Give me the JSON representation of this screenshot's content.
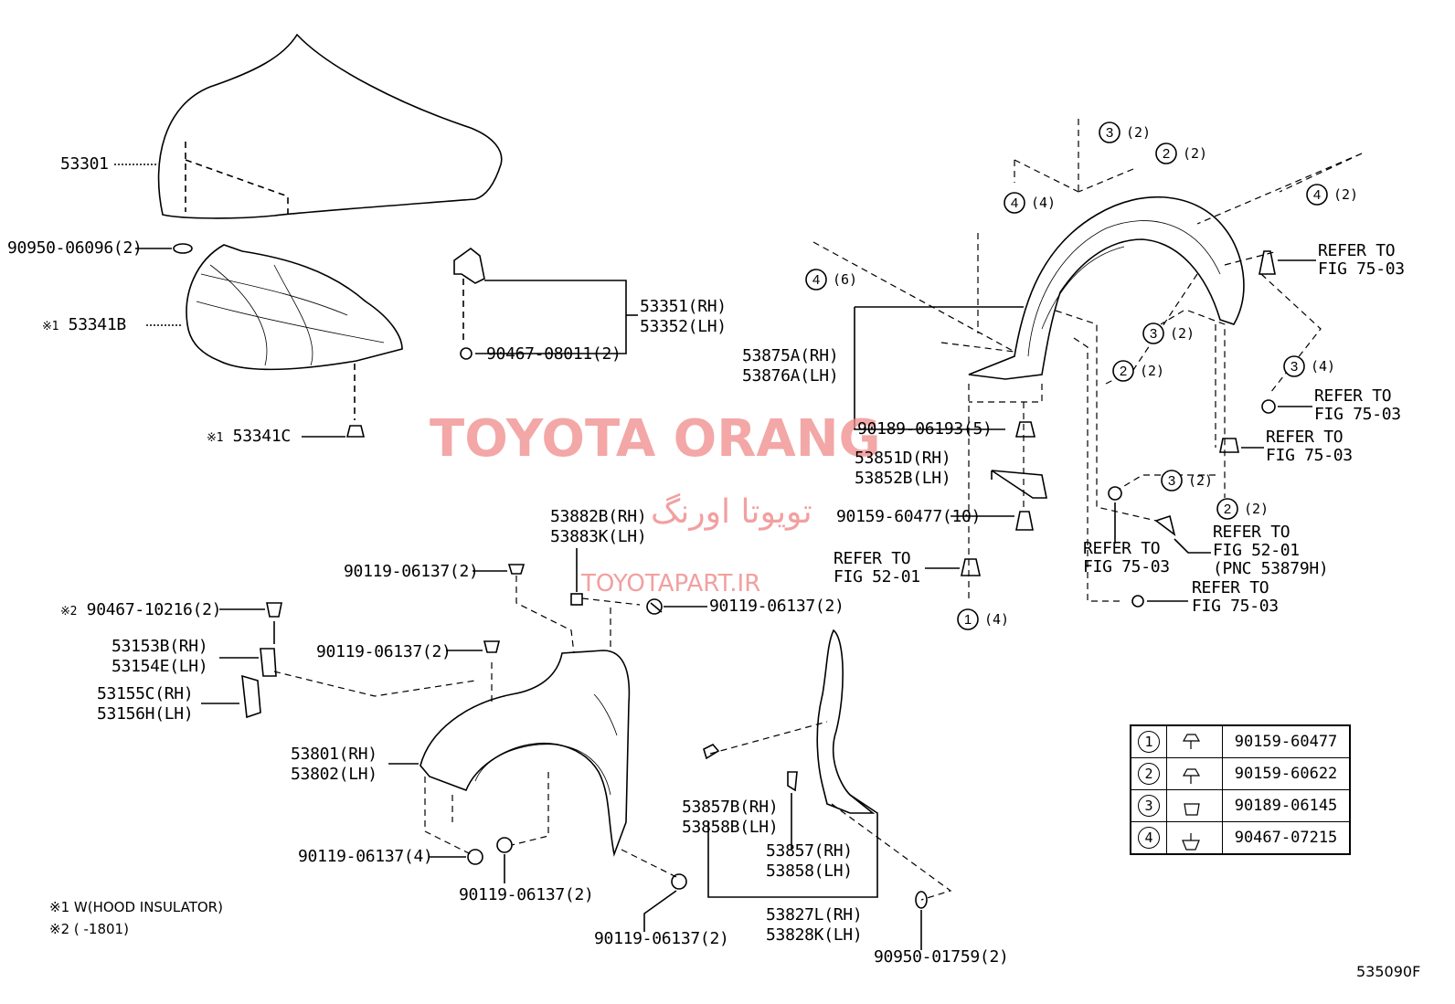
{
  "watermark": {
    "brand": "TOYOTA ORANG",
    "farsi": "تویوتا اورنگ",
    "site": "TOYOTAPART.IR"
  },
  "figure_code": "535090F",
  "parts": {
    "p53301": "53301",
    "p90950_06096": "90950-06096(2)",
    "p53341B": "53341B",
    "p53341C": "53341C",
    "p53351": "53351(RH)",
    "p53352": "53352(LH)",
    "p90467_08011": "90467-08011(2)",
    "p53875A": "53875A(RH)",
    "p53876A": "53876A(LH)",
    "p90189_06193": "90189-06193(5)",
    "p53851D": "53851D(RH)",
    "p53852B": "53852B(LH)",
    "p90159_60477": "90159-60477(10)",
    "p53882B": "53882B(RH)",
    "p53883K": "53883K(LH)",
    "p90119_a": "90119-06137(2)",
    "p90119_b": "90119-06137(2)",
    "p90119_c": "90119-06137(2)",
    "p90119_d": "90119-06137(4)",
    "p90119_e": "90119-06137(2)",
    "p90119_f": "90119-06137(2)",
    "p90467_10216": "90467-10216(2)",
    "p53153B": "53153B(RH)",
    "p53154E": "53154E(LH)",
    "p53155C": "53155C(RH)",
    "p53156H": "53156H(LH)",
    "p53801": "53801(RH)",
    "p53802": "53802(LH)",
    "p53857B": "53857B(RH)",
    "p53858B": "53858B(LH)",
    "p53857": "53857(RH)",
    "p53858": "53858(LH)",
    "p53827L": "53827L(RH)",
    "p53828K": "53828K(LH)",
    "p90950_01759": "90950-01759(2)"
  },
  "marks": {
    "m1": "※1",
    "m2": "※2"
  },
  "refs": {
    "r1a": "REFER TO",
    "r1b": "FIG 75-03",
    "r2a": "REFER TO",
    "r2b": "FIG 75-03",
    "r3a": "REFER TO",
    "r3b": "FIG 75-03",
    "r4a": "REFER TO",
    "r4b": "FIG 52-01",
    "r5a": "REFER TO",
    "r5b": "FIG 75-03",
    "r6a": "REFER TO",
    "r6b": "FIG 52-01",
    "r6c": "(PNC 53879H)",
    "r7a": "REFER TO",
    "r7b": "FIG 75-03"
  },
  "callouts": {
    "c3a": "(2)",
    "c2a": "(2)",
    "c4a": "(4)",
    "c4b": "(2)",
    "c4c": "(6)",
    "c3b": "(2)",
    "c2b": "(2)",
    "c3c": "(4)",
    "c3d": "(2)",
    "c2c": "(2)",
    "c1a": "(4)"
  },
  "notes": {
    "n1": "※1 W(HOOD INSULATOR)",
    "n2": "※2 (        -1801)"
  },
  "legend": [
    {
      "num": "1",
      "part": "90159-60477"
    },
    {
      "num": "2",
      "part": "90159-60622"
    },
    {
      "num": "3",
      "part": "90189-06145"
    },
    {
      "num": "4",
      "part": "90467-07215"
    }
  ]
}
